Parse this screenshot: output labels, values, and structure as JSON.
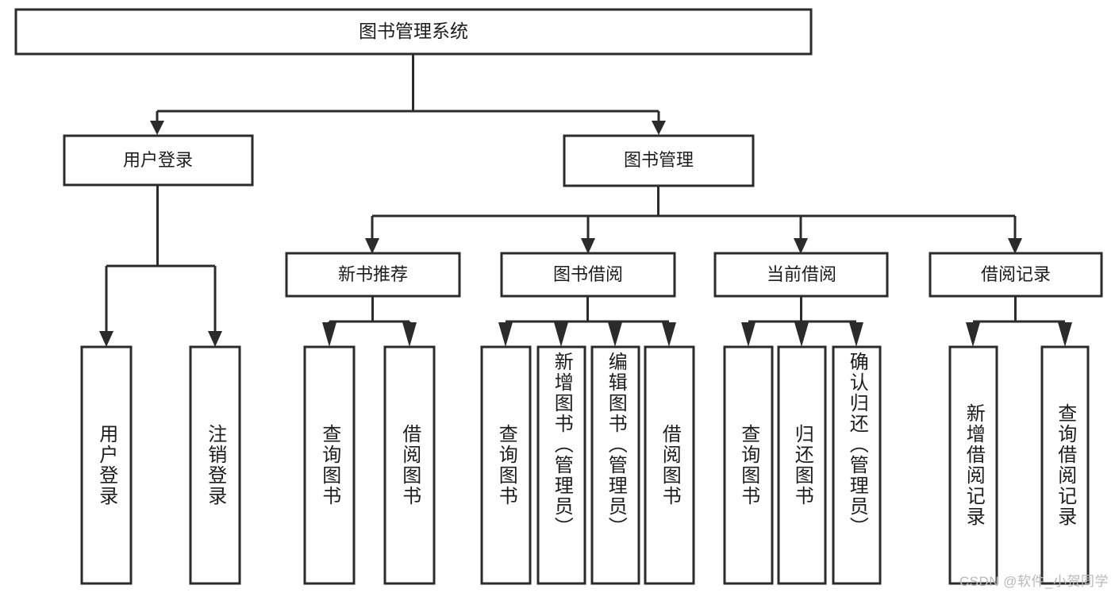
{
  "diagram": {
    "type": "tree-hierarchy",
    "title": "图书管理系统",
    "watermark": "CSDN @软件_小贺同学",
    "colors": {
      "stroke": "#2b2b2b",
      "fill": "#ffffff",
      "text": "#1c1c1c",
      "watermark": "#b9b9b9"
    },
    "root": {
      "label": "图书管理系统"
    },
    "level1": [
      {
        "label": "用户登录"
      },
      {
        "label": "图书管理"
      }
    ],
    "level2": [
      {
        "label": "新书推荐"
      },
      {
        "label": "图书借阅"
      },
      {
        "label": "当前借阅"
      },
      {
        "label": "借阅记录"
      }
    ],
    "leaves": {
      "user_login": [
        {
          "label": "用户登录"
        },
        {
          "label": "注销登录"
        }
      ],
      "new_book_recommend": [
        {
          "label": "查询图书"
        },
        {
          "label": "借阅图书"
        }
      ],
      "book_borrow": [
        {
          "label": "查询图书"
        },
        {
          "label": "新增图书（管理员）"
        },
        {
          "label": "编辑图书（管理员）"
        },
        {
          "label": "借阅图书"
        }
      ],
      "current_borrow": [
        {
          "label": "查询图书"
        },
        {
          "label": "归还图书"
        },
        {
          "label": "确认归还（管理员）"
        }
      ],
      "borrow_record": [
        {
          "label": "新增借阅记录"
        },
        {
          "label": "查询借阅记录"
        }
      ]
    }
  }
}
